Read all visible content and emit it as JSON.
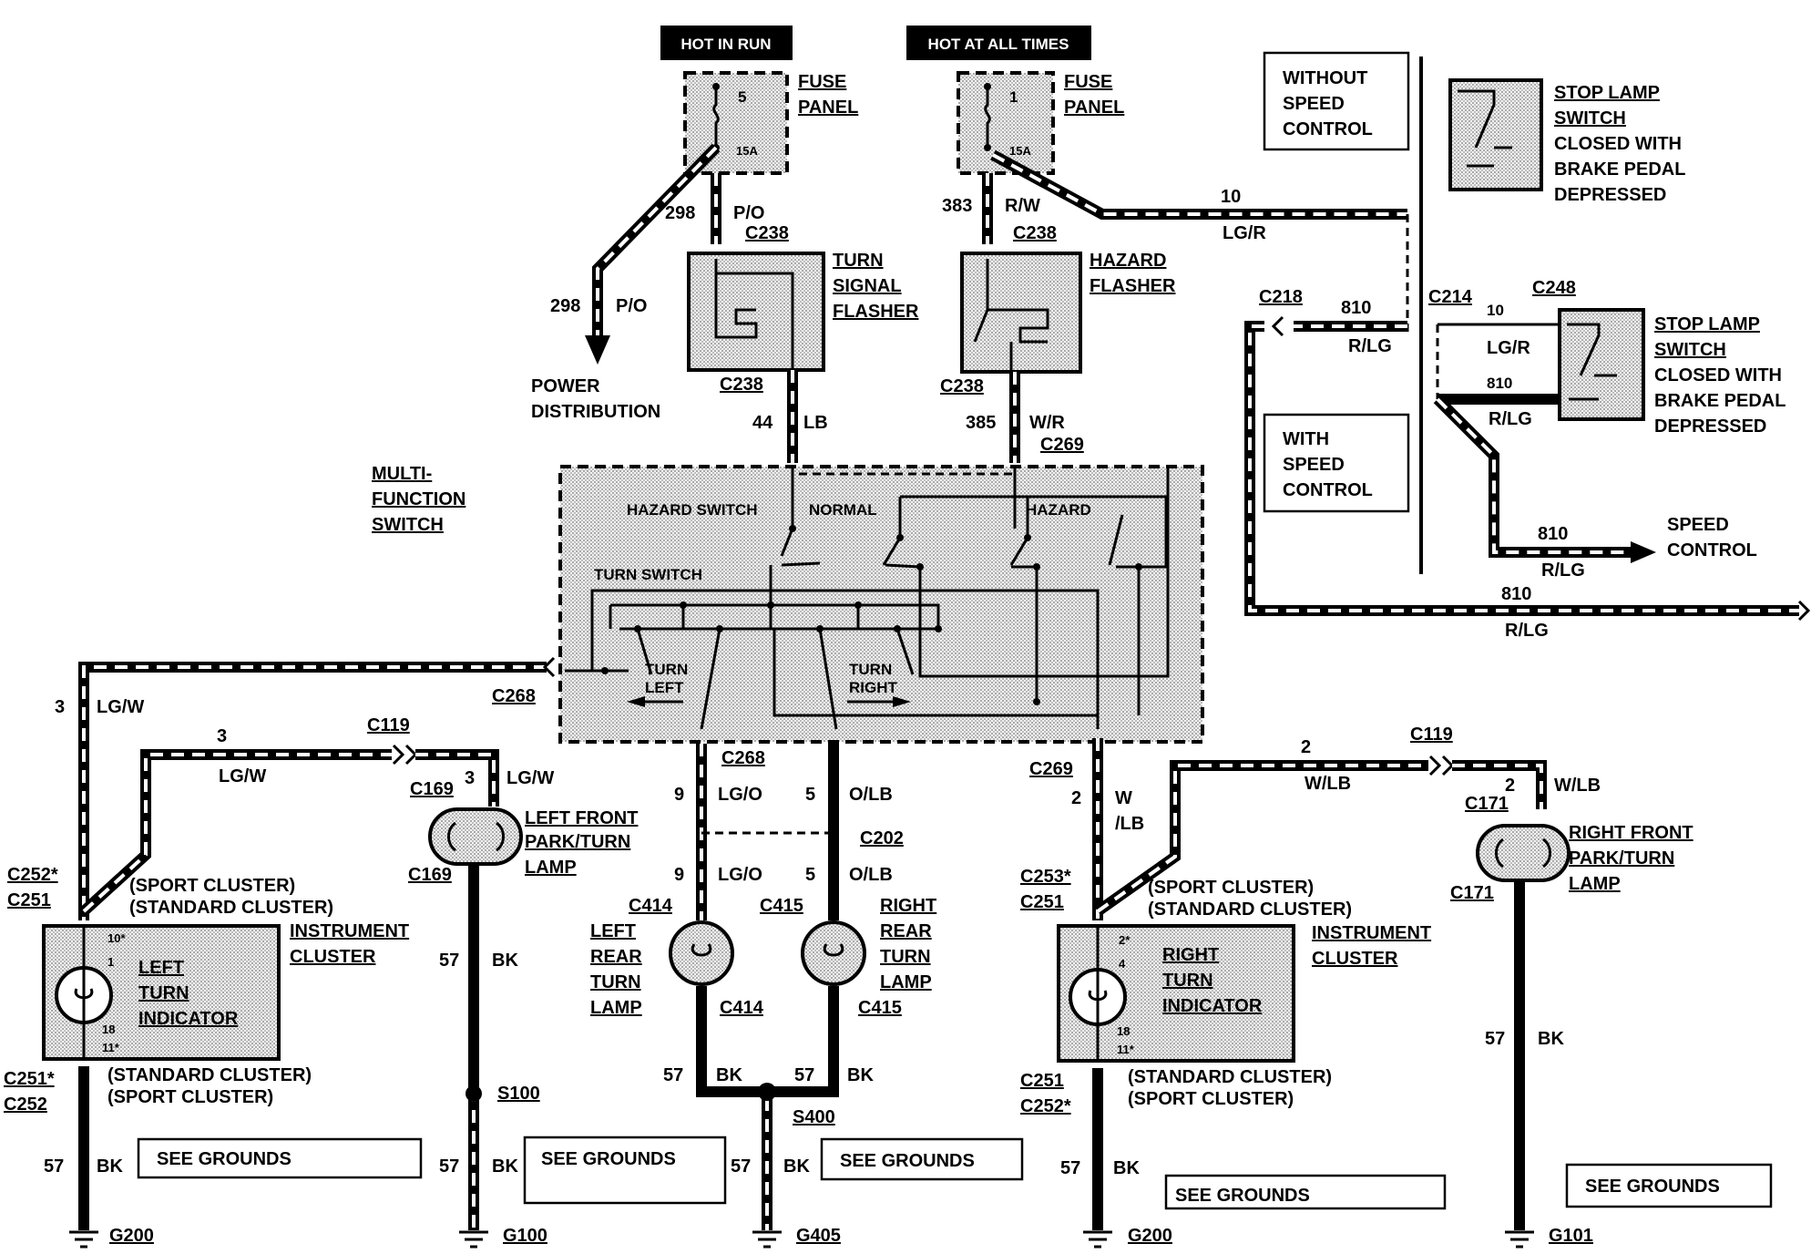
{
  "headers": {
    "hot_in_run": "HOT IN RUN",
    "hot_at_all_times": "HOT AT ALL TIMES"
  },
  "fuse_left": {
    "number": "5",
    "rating": "15A",
    "label1": "FUSE",
    "label2": "PANEL"
  },
  "fuse_right": {
    "number": "1",
    "rating": "15A",
    "label1": "FUSE",
    "label2": "PANEL"
  },
  "turn_flasher": {
    "label1": "TURN",
    "label2": "SIGNAL",
    "label3": "FLASHER"
  },
  "hazard_flasher": {
    "label1": "HAZARD",
    "label2": "FLASHER"
  },
  "power_dist": {
    "label1": "POWER",
    "label2": "DISTRIBUTION"
  },
  "mfs": {
    "label1": "MULTI-",
    "label2": "FUNCTION",
    "label3": "SWITCH",
    "hazard_switch": "HAZARD SWITCH",
    "normal": "NORMAL",
    "hazard": "HAZARD",
    "turn_switch": "TURN SWITCH",
    "turn_left1": "TURN",
    "turn_left2": "LEFT",
    "turn_right1": "TURN",
    "turn_right2": "RIGHT"
  },
  "speed_ctrl": {
    "without1": "WITHOUT",
    "without2": "SPEED",
    "without3": "CONTROL",
    "with1": "WITH",
    "with2": "SPEED",
    "with3": "CONTROL",
    "speed1": "SPEED",
    "speed2": "CONTROL"
  },
  "stop_lamp_1": {
    "l1": "STOP LAMP",
    "l2": "SWITCH",
    "l3": "CLOSED WITH",
    "l4": "BRAKE PEDAL",
    "l5": "DEPRESSED"
  },
  "stop_lamp_2": {
    "l1": "STOP LAMP",
    "l2": "SWITCH",
    "l3": "CLOSED WITH",
    "l4": "BRAKE PEDAL",
    "l5": "DEPRESSED"
  },
  "connectors": {
    "c238": "C238",
    "c269": "C269",
    "c268": "C268",
    "c218": "C218",
    "c214": "C214",
    "c248": "C248",
    "c119": "C119",
    "c169": "C169",
    "c202": "C202",
    "c414": "C414",
    "c415": "C415",
    "c171": "C171",
    "c252s": "C252*",
    "c251": "C251",
    "c251s": "C251*",
    "c252": "C252",
    "c253s": "C253*",
    "c252s2": "C252*",
    "s100": "S100",
    "s400": "S400"
  },
  "wires": {
    "n298": "298",
    "po": "P/O",
    "n383": "383",
    "rw": "R/W",
    "n10": "10",
    "lgr": "LG/R",
    "n810": "810",
    "rlg": "R/LG",
    "n44": "44",
    "lb": "LB",
    "n385": "385",
    "wr": "W/R",
    "n3": "3",
    "lgw": "LG/W",
    "n9": "9",
    "lgo": "LG/O",
    "n5": "5",
    "olb": "O/LB",
    "n2": "2",
    "w": "W",
    "slb": "/LB",
    "wlb": "W/LB",
    "n57": "57",
    "bk": "BK"
  },
  "left_cluster": {
    "sport": "(SPORT CLUSTER)",
    "standard": "(STANDARD CLUSTER)",
    "inst1": "INSTRUMENT",
    "inst2": "CLUSTER",
    "ind1": "LEFT",
    "ind2": "TURN",
    "ind3": "INDICATOR",
    "p1": "10*",
    "p2": "1",
    "p3": "18",
    "p4": "11*",
    "bot1": "(STANDARD CLUSTER)",
    "bot2": "(SPORT CLUSTER)"
  },
  "right_cluster": {
    "sport": "(SPORT CLUSTER)",
    "standard": "(STANDARD CLUSTER)",
    "inst1": "INSTRUMENT",
    "inst2": "CLUSTER",
    "ind1": "RIGHT",
    "ind2": "TURN",
    "ind3": "INDICATOR",
    "p1": "2*",
    "p2": "4",
    "p3": "18",
    "p4": "11*",
    "bot1": "(STANDARD CLUSTER)",
    "bot2": "(SPORT CLUSTER)"
  },
  "lamps": {
    "lf": {
      "l1": "LEFT FRONT",
      "l2": "PARK/TURN",
      "l3": "LAMP"
    },
    "rf": {
      "l1": "RIGHT FRONT",
      "l2": "PARK/TURN",
      "l3": "LAMP"
    },
    "lr": {
      "l1": "LEFT",
      "l2": "REAR",
      "l3": "TURN",
      "l4": "LAMP"
    },
    "rr": {
      "l1": "RIGHT",
      "l2": "REAR",
      "l3": "TURN",
      "l4": "LAMP"
    }
  },
  "grounds": {
    "see": "SEE GROUNDS",
    "g200": "G200",
    "g100": "G100",
    "g405": "G405",
    "g101": "G101"
  }
}
